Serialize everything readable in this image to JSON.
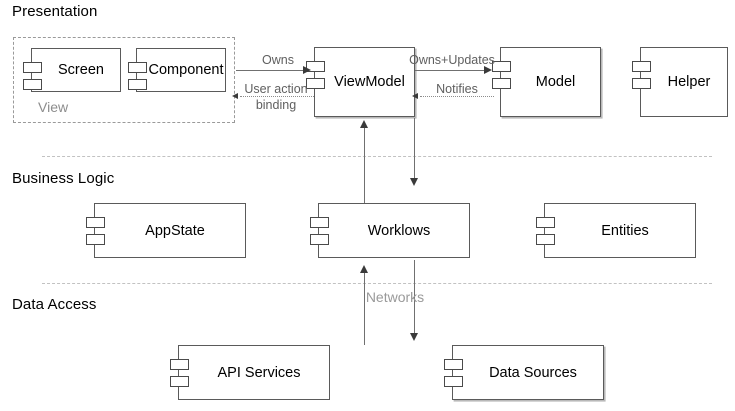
{
  "diagram": {
    "title_text": "",
    "layers": [
      {
        "id": "presentation",
        "label": "Presentation"
      },
      {
        "id": "business",
        "label": "Business Logic"
      },
      {
        "id": "data",
        "label": "Data Access"
      }
    ],
    "groups": [
      {
        "id": "view-group",
        "label": "View"
      }
    ],
    "components": [
      {
        "id": "screen",
        "label": "Screen",
        "layer": "presentation"
      },
      {
        "id": "component",
        "label": "Component",
        "layer": "presentation"
      },
      {
        "id": "viewmodel",
        "label": "ViewModel",
        "layer": "presentation"
      },
      {
        "id": "model",
        "label": "Model",
        "layer": "presentation"
      },
      {
        "id": "helper",
        "label": "Helper",
        "layer": "presentation"
      },
      {
        "id": "appstate",
        "label": "AppState",
        "layer": "business"
      },
      {
        "id": "worklows",
        "label": "Worklows",
        "layer": "business"
      },
      {
        "id": "entities",
        "label": "Entities",
        "layer": "business"
      },
      {
        "id": "api-services",
        "label": "API Services",
        "layer": "data"
      },
      {
        "id": "data-sources",
        "label": "Data Sources",
        "layer": "data"
      }
    ],
    "connectors": [
      {
        "id": "owns",
        "label": "Owns",
        "from": "component",
        "to": "viewmodel",
        "style": "solid",
        "direction": "right"
      },
      {
        "id": "user-action",
        "label": "User action\nbinding",
        "label_line1": "User action",
        "label_line2": "binding",
        "from": "viewmodel",
        "to": "component",
        "style": "dotted",
        "direction": "left"
      },
      {
        "id": "owns-updates",
        "label": "Owns+Updates",
        "from": "viewmodel",
        "to": "model",
        "style": "solid",
        "direction": "right"
      },
      {
        "id": "notifies",
        "label": "Notifies",
        "from": "model",
        "to": "viewmodel",
        "style": "dotted",
        "direction": "left"
      },
      {
        "id": "vm-from-flow",
        "label": "",
        "from": "worklows",
        "to": "viewmodel",
        "style": "solid",
        "direction": "up"
      },
      {
        "id": "vm-to-flow",
        "label": "",
        "from": "viewmodel",
        "to": "worklows",
        "style": "solid",
        "direction": "down"
      },
      {
        "id": "networks-up",
        "label": "Networks",
        "from": "api-services",
        "to": "worklows",
        "style": "solid",
        "direction": "up"
      },
      {
        "id": "networks-down",
        "label": "",
        "from": "worklows",
        "to": "data-sources",
        "style": "solid",
        "direction": "down"
      }
    ],
    "colors": {
      "background": "#ffffff",
      "component_border": "#5a5a5a",
      "group_border": "#9a9a9a",
      "divider": "#c2c2c2",
      "connector": "#707070",
      "label_text": "#5f5f5f",
      "muted_text": "#8d8d8d",
      "title_text": "#000000"
    }
  }
}
